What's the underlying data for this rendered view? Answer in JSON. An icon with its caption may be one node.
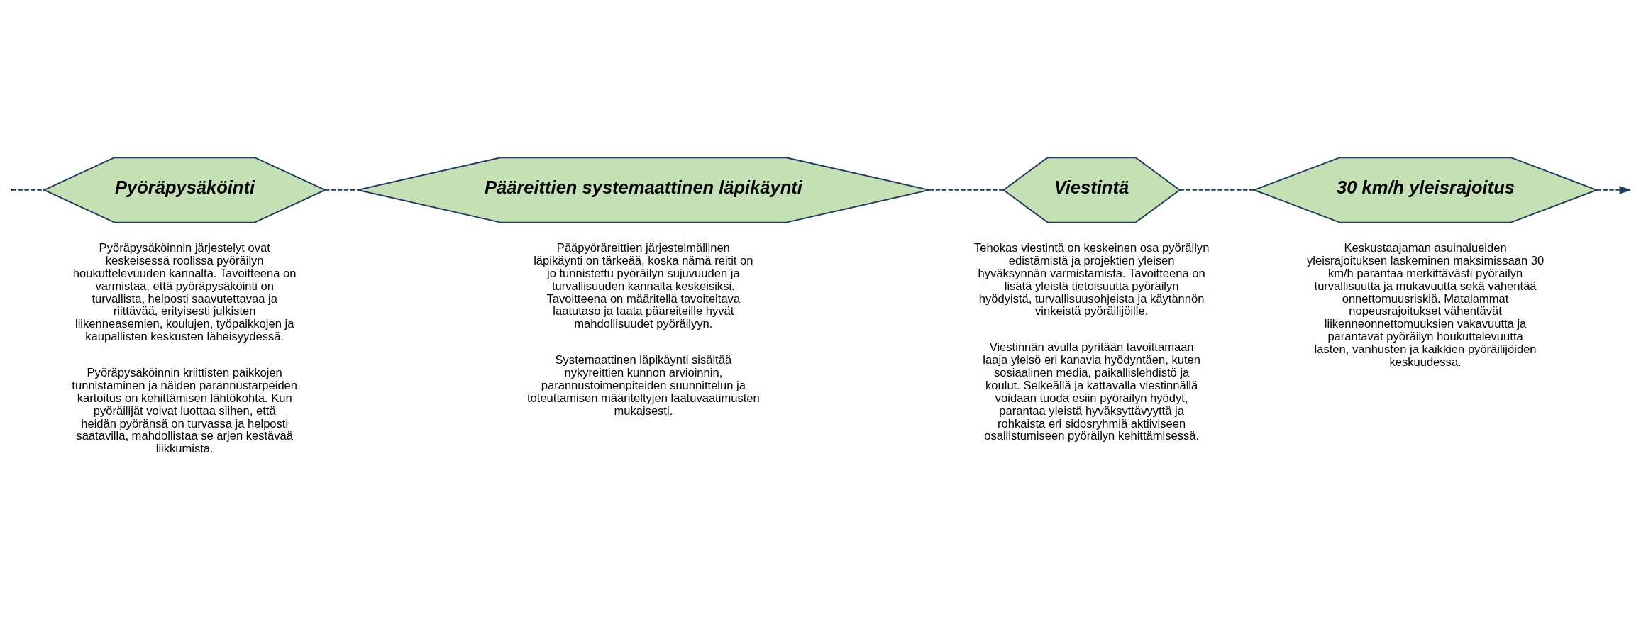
{
  "diagram": {
    "nodes": [
      {
        "text": [
          "Pyöräpysäköinti"
        ],
        "beside": [
          "Pyöräpysäköinnin järjestelyt ovat keskeisessä roolissa pyöräilyn houkuttelevuuden kannalta. Tavoitteena on varmistaa, että pyöräpysäköinti on turvallista, helposti saavutettavaa ja riittävää, erityisesti julkisten liikenneasemien, koulujen, työpaikkojen ja kaupallisten keskusten läheisyydessä.",
          "Pyöräpysäköinnin kriittisten paikkojen tunnistaminen ja näiden parannustarpeiden kartoitus on kehittämisen lähtökohta. Kun pyöräilijät voivat luottaa siihen, että heidän pyöränsä on turvassa ja helposti saatavilla, mahdollistaa se arjen kestävää liikkumista."
        ]
      },
      {
        "text": [
          "Pääreittien systemaattinen läpikäynti"
        ],
        "beside": [
          "Pääpyöräreittien järjestelmällinen läpikäynti on tärkeää, koska nämä reitit on jo tunnistettu pyöräilyn sujuvuuden ja turvallisuuden kannalta keskeisiksi. Tavoitteena on määritellä tavoiteltava laatutaso ja taata pääreiteille hyvät mahdollisuudet pyöräilyyn.",
          "Systemaattinen läpikäynti sisältää nykyreittien kunnon arvioinnin, parannustoimenpiteiden suunnittelun ja toteuttamisen määriteltyjen laatuvaatimusten mukaisesti."
        ]
      },
      {
        "text": [
          "Viestintä"
        ],
        "beside": [
          "Tehokas viestintä on keskeinen osa pyöräilyn edistämistä ja projektien yleisen hyväksynnän varmistamista. Tavoitteena on lisätä yleistä tietoisuutta pyöräilyn hyödyistä, turvallisuusohjeista ja käytännön vinkeistä pyöräilijöille.",
          "Viestinnän avulla pyritään tavoittamaan laaja yleisö eri kanavia hyödyntäen, kuten sosiaalinen media, paikallislehdistö ja koulut. Selkeällä ja kattavalla viestinnällä voidaan tuoda esiin pyöräilyn hyödyt, parantaa yleistä hyväksyttävyyttä ja rohkaista eri sidosryhmiä aktiiviseen osallistumiseen pyöräilyn kehittämisessä."
        ]
      },
      {
        "text": [
          "30 km/h yleisrajoitus"
        ],
        "beside": [
          "Keskustaajaman asuinalueiden yleisrajoituksen laskeminen maksimissaan 30 km/h parantaa merkittävästi pyöräilyn turvallisuutta ja mukavuutta sekä vähentää onnettomuusriskiä. Matalammat nopeusrajoitukset vähentävät liikenneonnettomuuksien vakavuutta ja parantavat pyöräilyn houkuttelevuutta lasten, vanhusten ja kaikkien pyöräilijöiden keskuudessa."
        ]
      }
    ],
    "edges": [
      {
        "from": null,
        "to": 0,
        "arrow": "none",
        "style": "dashed"
      },
      {
        "from": 0,
        "to": 1,
        "arrow": "none",
        "style": "dashed"
      },
      {
        "from": 1,
        "to": 2,
        "arrow": "none",
        "style": "dashed"
      },
      {
        "from": 2,
        "to": 3,
        "arrow": "none",
        "style": "dashed"
      },
      {
        "from": 3,
        "to": null,
        "arrow": "to",
        "style": "dashed"
      }
    ]
  }
}
